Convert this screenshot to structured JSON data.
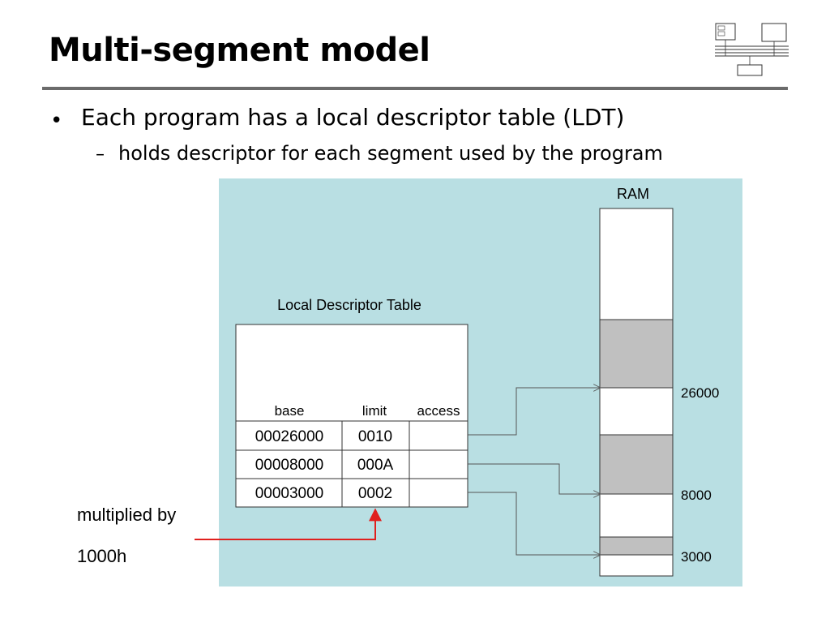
{
  "slide": {
    "title": "Multi-segment model",
    "bullet": "Each program has a local descriptor table (LDT)",
    "sub_bullet": "holds descriptor for each segment used by the program",
    "bullet_marker": "•",
    "sub_bullet_marker": "–"
  },
  "diagram": {
    "background_color": "#b9dfe3",
    "segment_fill": "#c0c0c0",
    "arrow_color_main": "#555555",
    "arrow_color_note": "#e0201e",
    "ldt_title": "Local Descriptor Table",
    "columns": [
      "base",
      "limit",
      "access"
    ],
    "rows": [
      {
        "base": "00026000",
        "limit": "0010",
        "access": ""
      },
      {
        "base": "00008000",
        "limit": "000A",
        "access": ""
      },
      {
        "base": "00003000",
        "limit": "0002",
        "access": ""
      }
    ],
    "ram_label": "RAM",
    "addresses": [
      "26000",
      "8000",
      "3000"
    ],
    "note_line1": "multiplied by",
    "note_line2": "1000h"
  },
  "logo": {
    "icon": "computer-architecture-icon"
  }
}
